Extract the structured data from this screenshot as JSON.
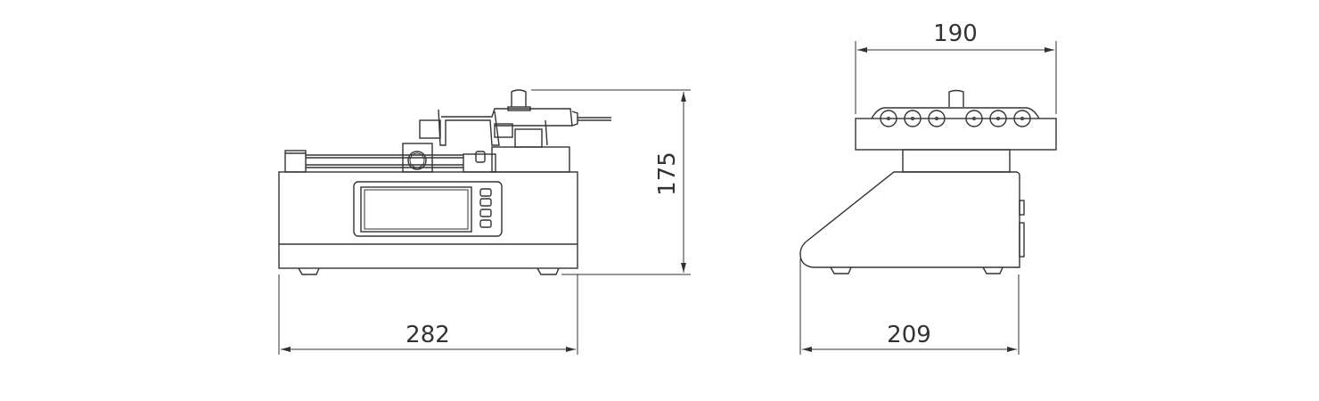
{
  "dimensions": {
    "front_width": "282",
    "height": "175",
    "tray_width": "190",
    "side_depth": "209"
  },
  "colors": {
    "line": "#333333",
    "background": "#ffffff"
  }
}
